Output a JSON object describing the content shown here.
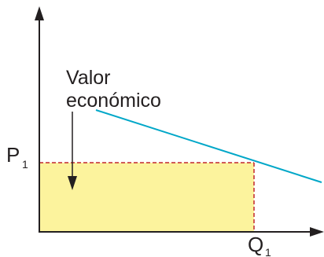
{
  "annotation": {
    "line1": "Valor",
    "line2": "económico"
  },
  "axes": {
    "y_label_main": "P",
    "y_label_sub": "1",
    "x_label_main": "Q",
    "x_label_sub": "1"
  },
  "colors": {
    "axis": "#231f20",
    "demand_line": "#00a7c8",
    "area_fill": "#fcf39d",
    "dashed_border": "#c1272d",
    "text": "#231f20"
  }
}
